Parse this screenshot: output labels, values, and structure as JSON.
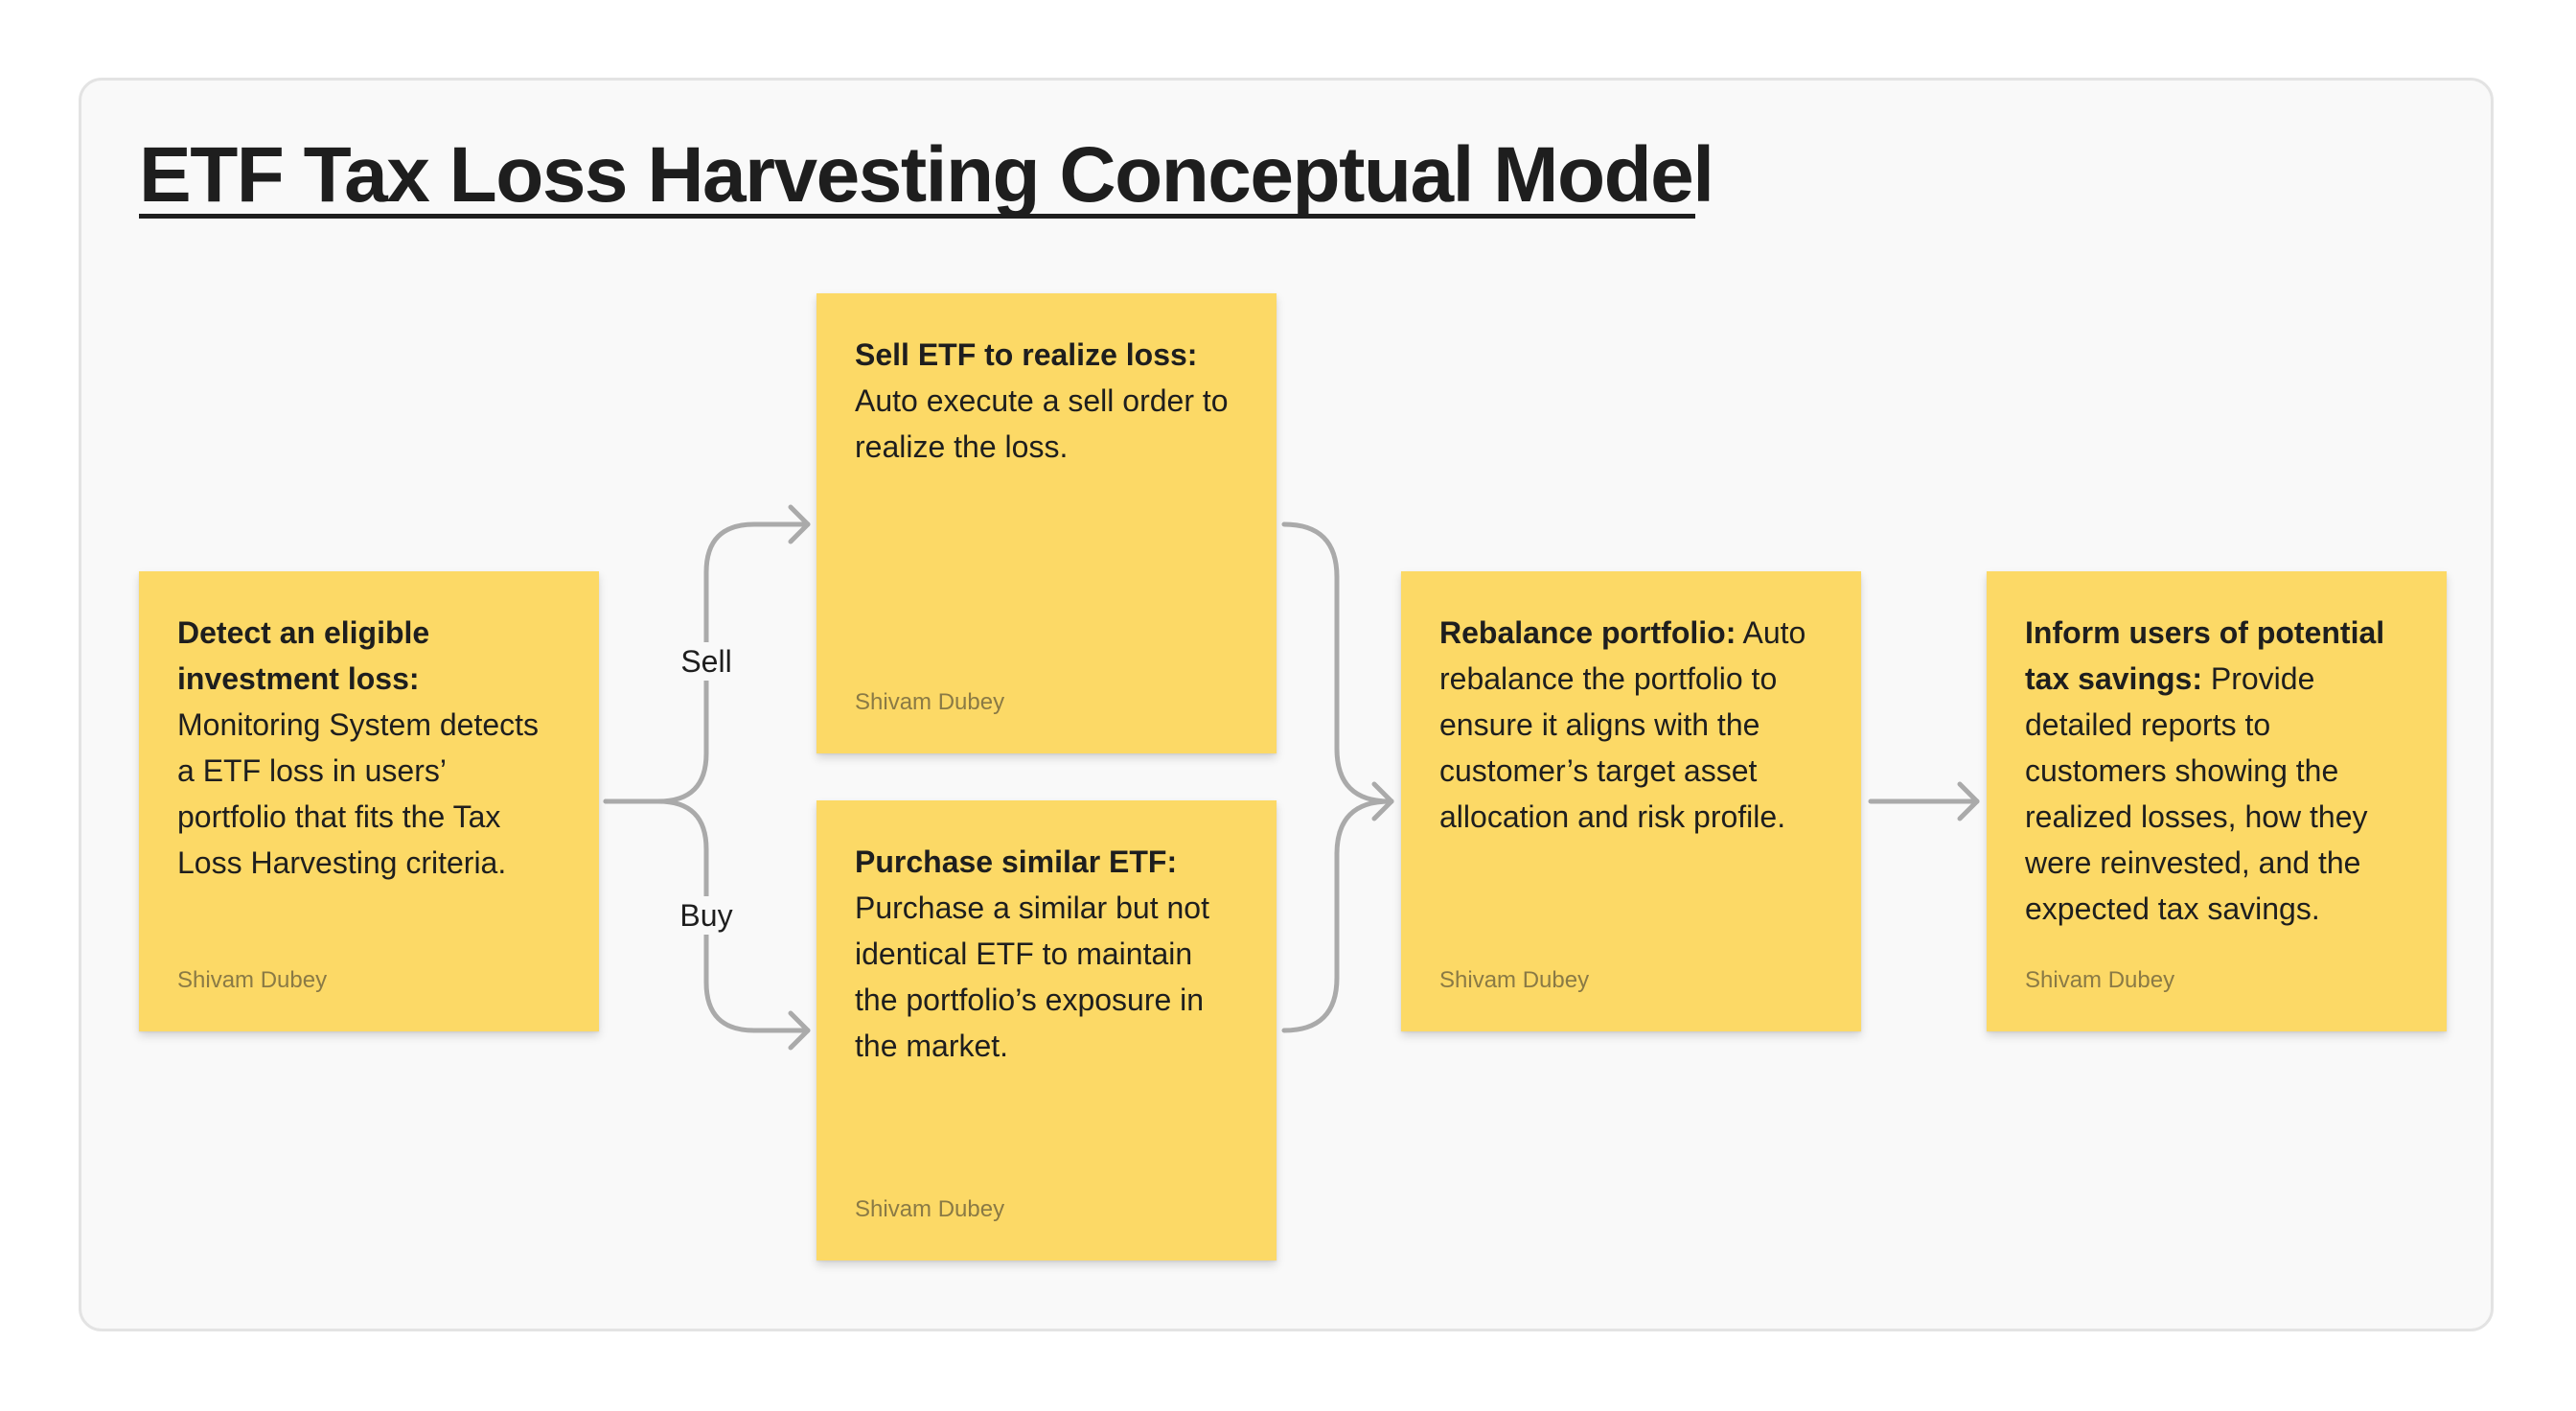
{
  "title": "ETF Tax Loss Harvesting Conceptual Model",
  "colors": {
    "sticky": "#fcd966",
    "connector": "#aaaaaa",
    "canvas": "#f9f9f9",
    "text": "#1e1e1e"
  },
  "branch_labels": {
    "sell": "Sell",
    "buy": "Buy"
  },
  "stickies": {
    "detect": {
      "heading": "Detect an eligible investment loss:",
      "body": " Monitoring System detects a ETF loss in users’ portfolio that fits the Tax Loss Harvesting criteria.",
      "author": "Shivam Dubey"
    },
    "sell": {
      "heading": "Sell ETF to realize loss:",
      "body": " Auto execute a sell order to realize the loss.",
      "author": "Shivam Dubey"
    },
    "purchase": {
      "heading": "Purchase similar ETF:",
      "body": " Purchase a similar but not identical ETF to maintain the portfolio’s exposure in the market.",
      "author": "Shivam Dubey"
    },
    "rebalance": {
      "heading": "Rebalance portfolio:",
      "body": " Auto rebalance the portfolio to ensure it aligns with the customer’s target asset allocation and risk profile.",
      "author": "Shivam Dubey"
    },
    "inform": {
      "heading": "Inform users of potential tax savings:",
      "body": " Provide detailed reports to customers showing the realized losses, how they were reinvested, and the expected tax savings.",
      "author": "Shivam Dubey"
    }
  }
}
